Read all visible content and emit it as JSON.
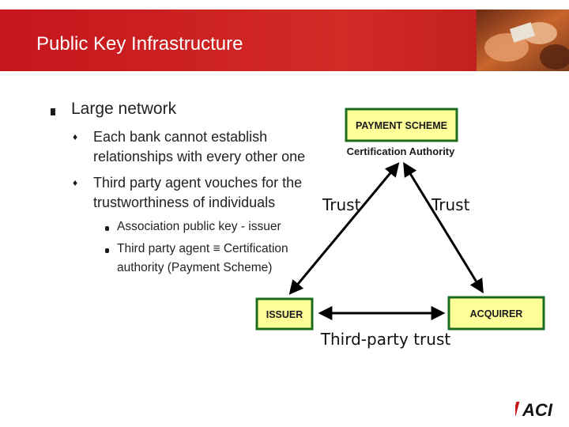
{
  "header": {
    "title": "Public Key Infrastructure"
  },
  "bullets": {
    "level1": "Large network",
    "level2": [
      "Each bank cannot establish",
      "relationships with every other one",
      "Third party agent vouches for the",
      "trustworthiness of individuals"
    ],
    "level3": [
      "Association public key - issuer",
      "Third party agent ≡ Certification",
      "authority (Payment Scheme)"
    ]
  },
  "diagram": {
    "top_box": "PAYMENT SCHEME",
    "top_caption": "Certification Authority",
    "left_box": "ISSUER",
    "right_box": "ACQUIRER",
    "left_edge_label": "Trust",
    "right_edge_label": "Trust",
    "bottom_edge_label": "Third-party trust",
    "box_fill": "#ffff99",
    "box_border": "#1d6b1d"
  },
  "logo": {
    "text": "ACI"
  }
}
